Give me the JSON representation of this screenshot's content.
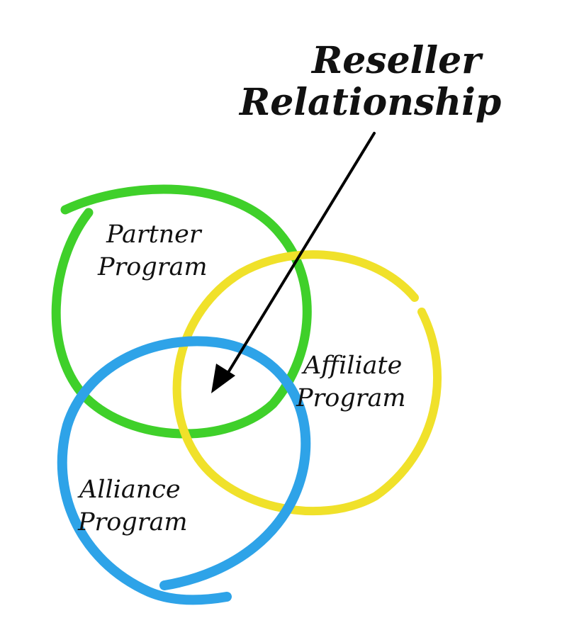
{
  "title": {
    "line1": "Reseller",
    "line2": "Relationship"
  },
  "circles": {
    "partner": {
      "line1": "Partner",
      "line2": "Program",
      "color": "#3fd02a"
    },
    "affiliate": {
      "line1": "Affiliate",
      "line2": "Program",
      "color": "#f0e12a"
    },
    "alliance": {
      "line1": "Alliance",
      "line2": "Program",
      "color": "#2ea3e8"
    }
  },
  "arrow": {
    "color": "#000000"
  }
}
